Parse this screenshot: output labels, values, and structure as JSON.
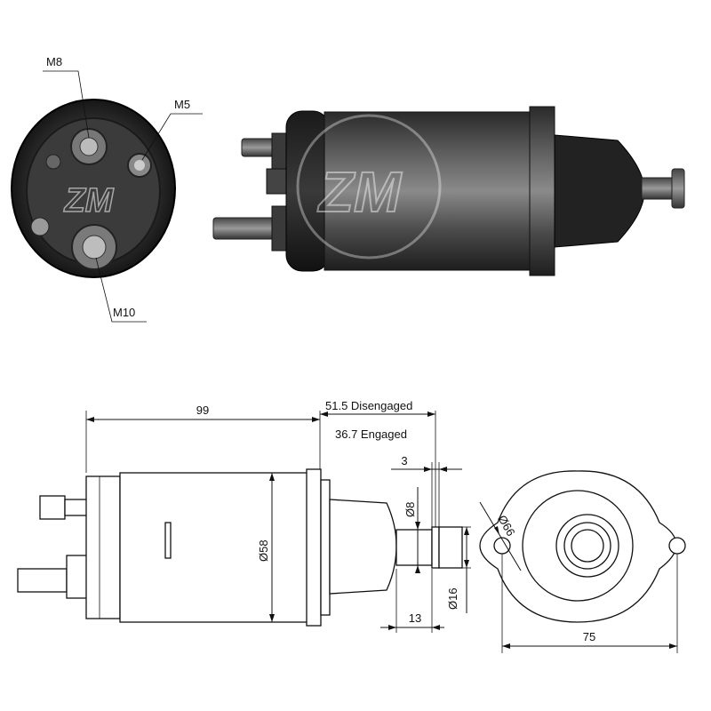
{
  "callouts": {
    "m8": "M8",
    "m5": "M5",
    "m10": "M10"
  },
  "dimensions": {
    "length": "99",
    "disengaged": "51.5 Disengaged",
    "engaged": "36.7 Engaged",
    "plunger_gap": "3",
    "plunger_dia": "Ø8",
    "body_dia": "Ø58",
    "tip_dia": "Ø16",
    "tip_length": "13",
    "flange_dia": "Ø66",
    "hole_spacing": "75"
  },
  "logo": {
    "text": "ZM"
  },
  "colors": {
    "metal_dark": "#2f2f2f",
    "metal_mid": "#6b6b6b",
    "metal_light": "#a9a9a9",
    "line": "#111111"
  }
}
